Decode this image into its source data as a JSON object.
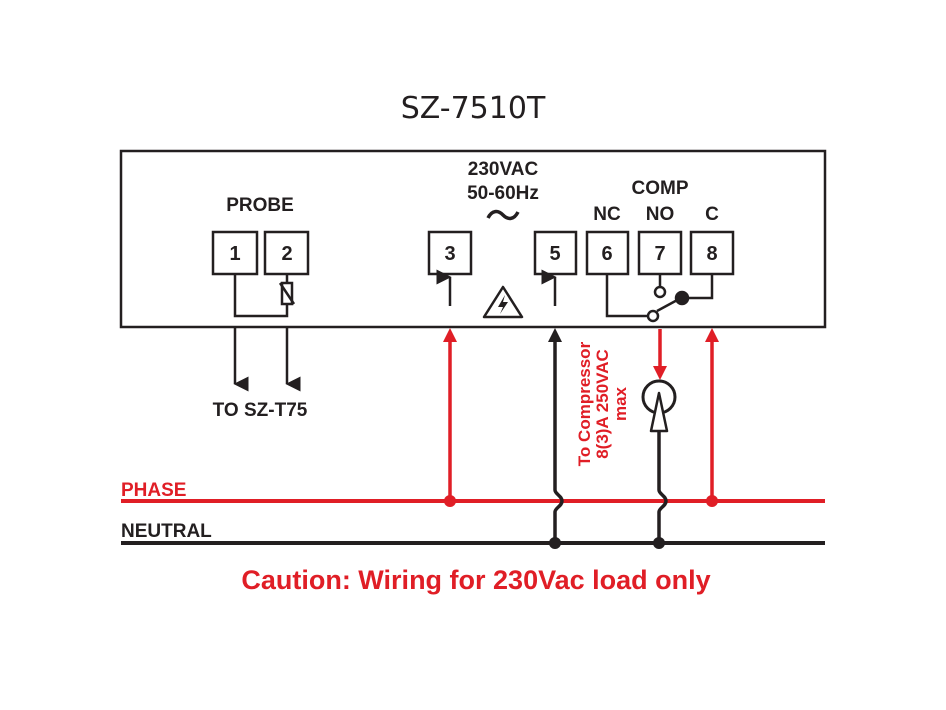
{
  "title": "SZ-7510T",
  "colors": {
    "phase": "#e01e26",
    "neutral": "#231f20",
    "ink": "#231f20"
  },
  "probe": {
    "label": "PROBE",
    "terminals": [
      "1",
      "2"
    ],
    "destination": "TO SZ-T75"
  },
  "power": {
    "voltage": "230VAC",
    "frequency": "50-60Hz",
    "ac_symbol": "~",
    "terminals": [
      "3",
      "5"
    ],
    "warning_icon": "high-voltage-warning-icon"
  },
  "comp": {
    "label": "COMP",
    "contacts": [
      "NC",
      "NO",
      "C"
    ],
    "terminals": [
      "6",
      "7",
      "8"
    ],
    "note_lines": [
      "To Compressor",
      "8(3)A 250VAC",
      "max"
    ]
  },
  "lines": {
    "phase": "PHASE",
    "neutral": "NEUTRAL"
  },
  "caution": "Caution: Wiring for 230Vac load only"
}
